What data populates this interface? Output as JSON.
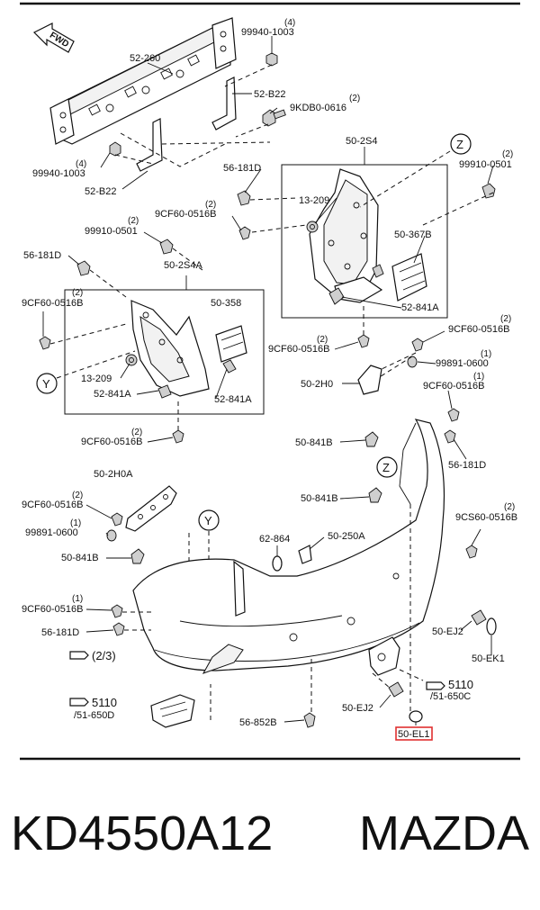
{
  "diagram": {
    "fwd_label": "FWD",
    "labels": {
      "p52_260": "52-260",
      "p99940_top": "99940-1003",
      "p99940_top_qty": "(4)",
      "p52_B22_r": "52-B22",
      "p9KDB0": "9KDB0-0616",
      "p9KDB0_qty": "(2)",
      "p99940_bot": "99940-1003",
      "p99940_bot_qty": "(4)",
      "p52_B22_l": "52-B22",
      "p50_2S4": "50-2S4",
      "callout_z": "Z",
      "p99910_r": "99910-0501",
      "p99910_r_qty": "(2)",
      "p56_181D_a": "56-181D",
      "p13_209_a": "13-209",
      "p9CF60_a": "9CF60-0516B",
      "p9CF60_a_qty": "(2)",
      "p99910_l": "99910-0501",
      "p99910_l_qty": "(2)",
      "p50_367B": "50-367B",
      "p56_181D_b": "56-181D",
      "p50_2S4A": "50-2S4A",
      "p52_841A_a": "52-841A",
      "p9CF60_b": "9CF60-0516B",
      "p9CF60_b_qty": "(2)",
      "p50_358": "50-358",
      "p9CF60_c": "9CF60-0516B",
      "p9CF60_c_qty": "(2)",
      "p9CF60_d": "9CF60-0516B",
      "p9CF60_d_qty": "(2)",
      "callout_y": "Y",
      "p13_209_b": "13-209",
      "p99891_a": "99891-0600",
      "p99891_a_qty": "(1)",
      "p52_841A_b": "52-841A",
      "p52_841A_c": "52-841A",
      "p50_2H0": "50-2H0",
      "p9CF60_e": "9CF60-0516B",
      "p9CF60_e_qty": "(1)",
      "p9CF60_f": "9CF60-0516B",
      "p9CF60_f_qty": "(2)",
      "p50_841B_a": "50-841B",
      "p56_181D_c": "56-181D",
      "callout_z2": "Z",
      "p50_2H0A": "50-2H0A",
      "p9CF60_g": "9CF60-0516B",
      "p9CF60_g_qty": "(2)",
      "p50_841B_b": "50-841B",
      "p9CS60": "9CS60-0516B",
      "p9CS60_qty": "(2)",
      "p99891_b": "99891-0600",
      "p99891_b_qty": "(1)",
      "callout_y2": "Y",
      "p62_864": "62-864",
      "p50_250A": "50-250A",
      "p50_841B_c": "50-841B",
      "p9CF60_h": "9CF60-0516B",
      "p9CF60_h_qty": "(1)",
      "p56_181D_d": "56-181D",
      "p50_EJ2_a": "50-EJ2",
      "p50_EK1": "50-EK1",
      "ref_23": "(2/3)",
      "ref_5110_r": "5110",
      "ref_51_650C": "/51-650C",
      "ref_5110_l": "5110",
      "ref_51_650D": "/51-650D",
      "p56_852B": "56-852B",
      "p50_EJ2_b": "50-EJ2",
      "p50_EL1": "50-EL1"
    }
  },
  "caption": {
    "part_number": "KD4550A12",
    "brand": "MAZDA"
  },
  "colors": {
    "highlight": "#e03030",
    "ink": "#111111"
  }
}
